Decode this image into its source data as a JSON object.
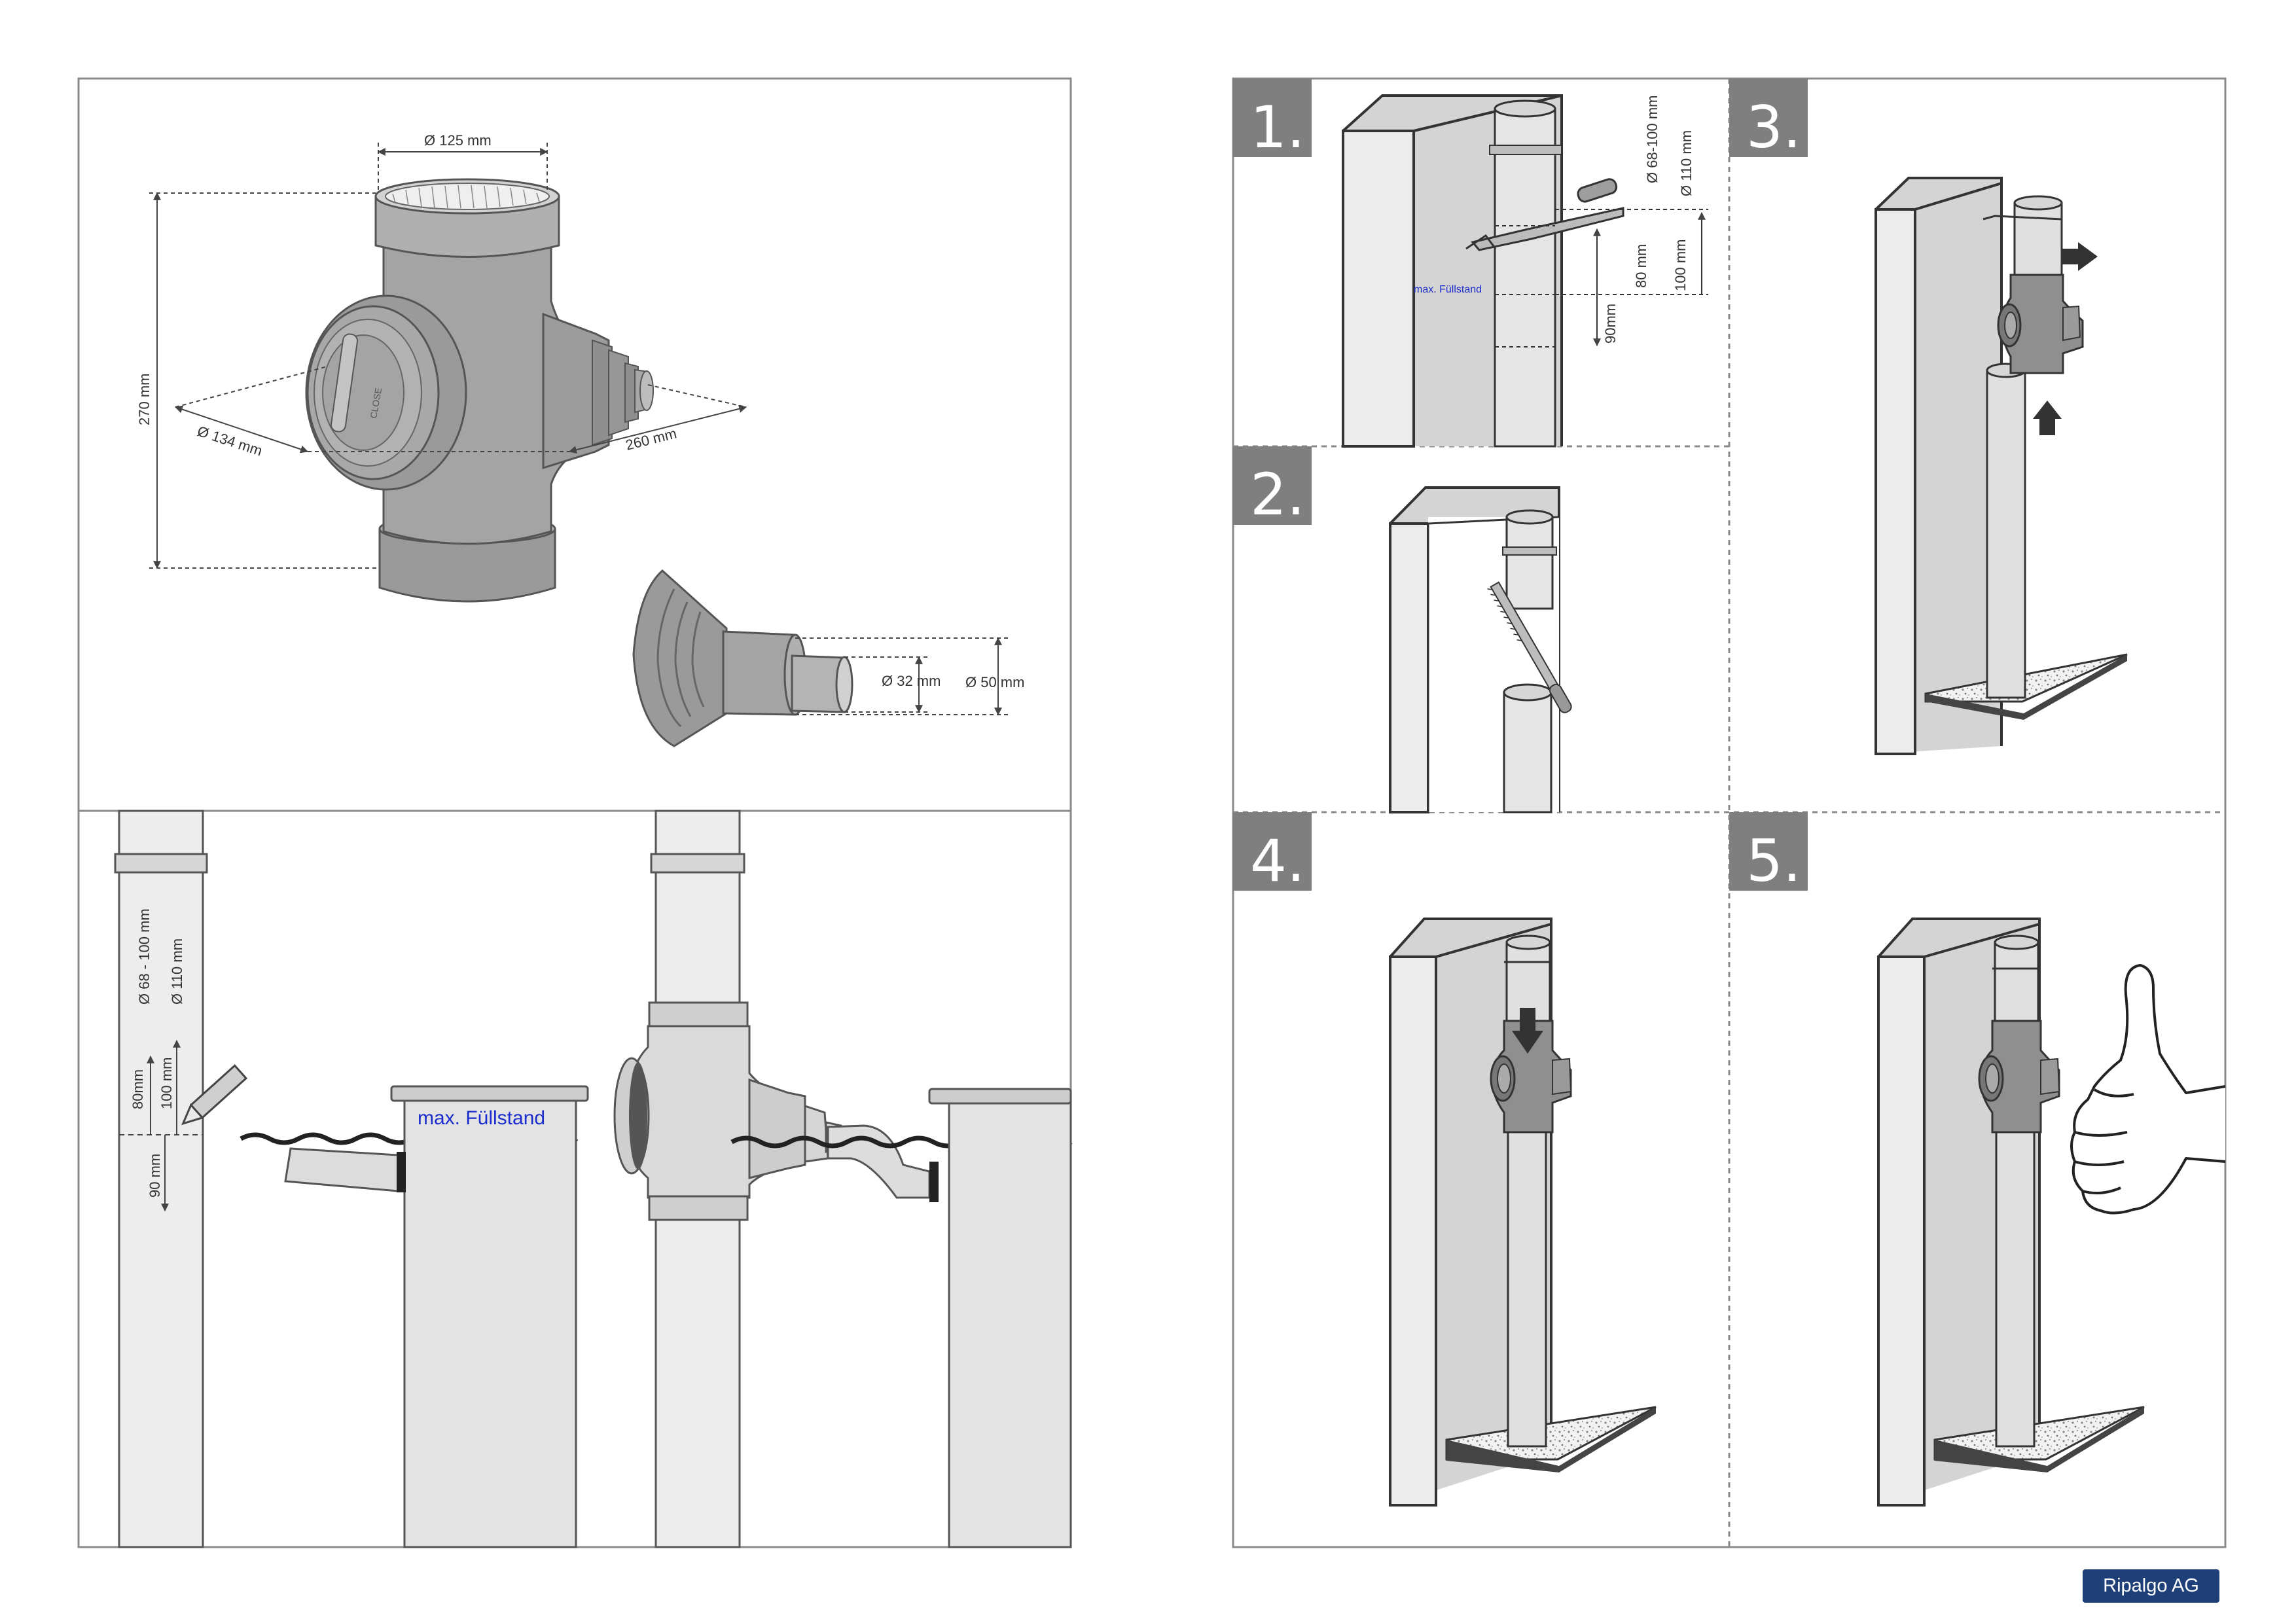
{
  "left_top": {
    "dimensions": {
      "top_diameter": "Ø 125 mm",
      "height": "270 mm",
      "cap_diameter": "Ø 134 mm",
      "depth": "260 mm",
      "outlet_small": "Ø 32 mm",
      "outlet_large": "Ø 50 mm"
    },
    "cap_text": "CLOSE"
  },
  "left_bottom": {
    "pipe_dims": {
      "outer": "Ø 68 - 100 mm",
      "inner": "Ø 110 mm",
      "above_80": "80mm",
      "above_100": "100 mm",
      "below_90": "90 mm"
    },
    "fill_label": "max. Füllstand"
  },
  "steps": [
    {
      "number": "1."
    },
    {
      "number": "2."
    },
    {
      "number": "3."
    },
    {
      "number": "4."
    },
    {
      "number": "5."
    }
  ],
  "step1_dims": {
    "outer": "Ø 68-100 mm",
    "inner": "Ø 110 mm",
    "d80": "80 mm",
    "d100": "100 mm",
    "d90": "90mm",
    "fill_label": "max. Füllstand"
  },
  "brand": "Ripalgo AG",
  "colors": {
    "frame": "#8a8a8a",
    "number_box": "#7f7f7f",
    "pipe": "#e6e6e6",
    "device": "#a0a0a0",
    "brand": "#1e3f78",
    "blue_text": "#1a2ccc"
  }
}
